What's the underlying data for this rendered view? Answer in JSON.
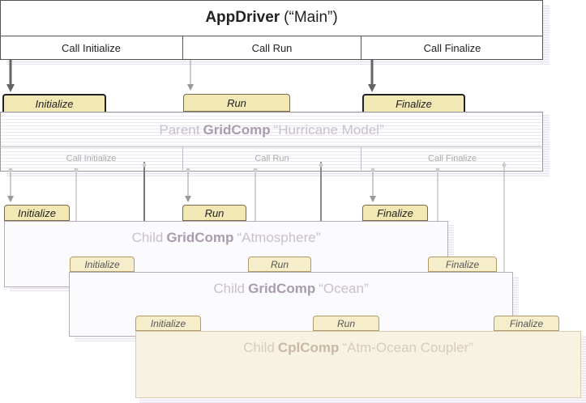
{
  "app_driver": {
    "title_bold": "AppDriver",
    "title_rest": "(“Main”)",
    "calls": [
      "Call Initialize",
      "Call Run",
      "Call Finalize"
    ]
  },
  "parent": {
    "title_pre": "Parent",
    "title_bold": "GridComp",
    "title_rest": "“Hurricane Model”",
    "tabs": [
      "Initialize",
      "Run",
      "Finalize"
    ],
    "calls": [
      "Call Initialize",
      "Call Run",
      "Call Finalize"
    ]
  },
  "atmosphere": {
    "title_pre": "Child",
    "title_bold": "GridComp",
    "title_rest": "“Atmosphere”",
    "tabs": [
      "Initialize",
      "Run",
      "Finalize"
    ]
  },
  "ocean": {
    "title_pre": "Child",
    "title_bold": "GridComp",
    "title_rest": "“Ocean”",
    "tabs": [
      "Initialize",
      "Run",
      "Finalize"
    ]
  },
  "coupler": {
    "title_pre": "Child",
    "title_bold": "CplComp",
    "title_rest": "“Atm-Ocean Coupler”",
    "tabs": [
      "Initialize",
      "Run",
      "Finalize"
    ]
  }
}
